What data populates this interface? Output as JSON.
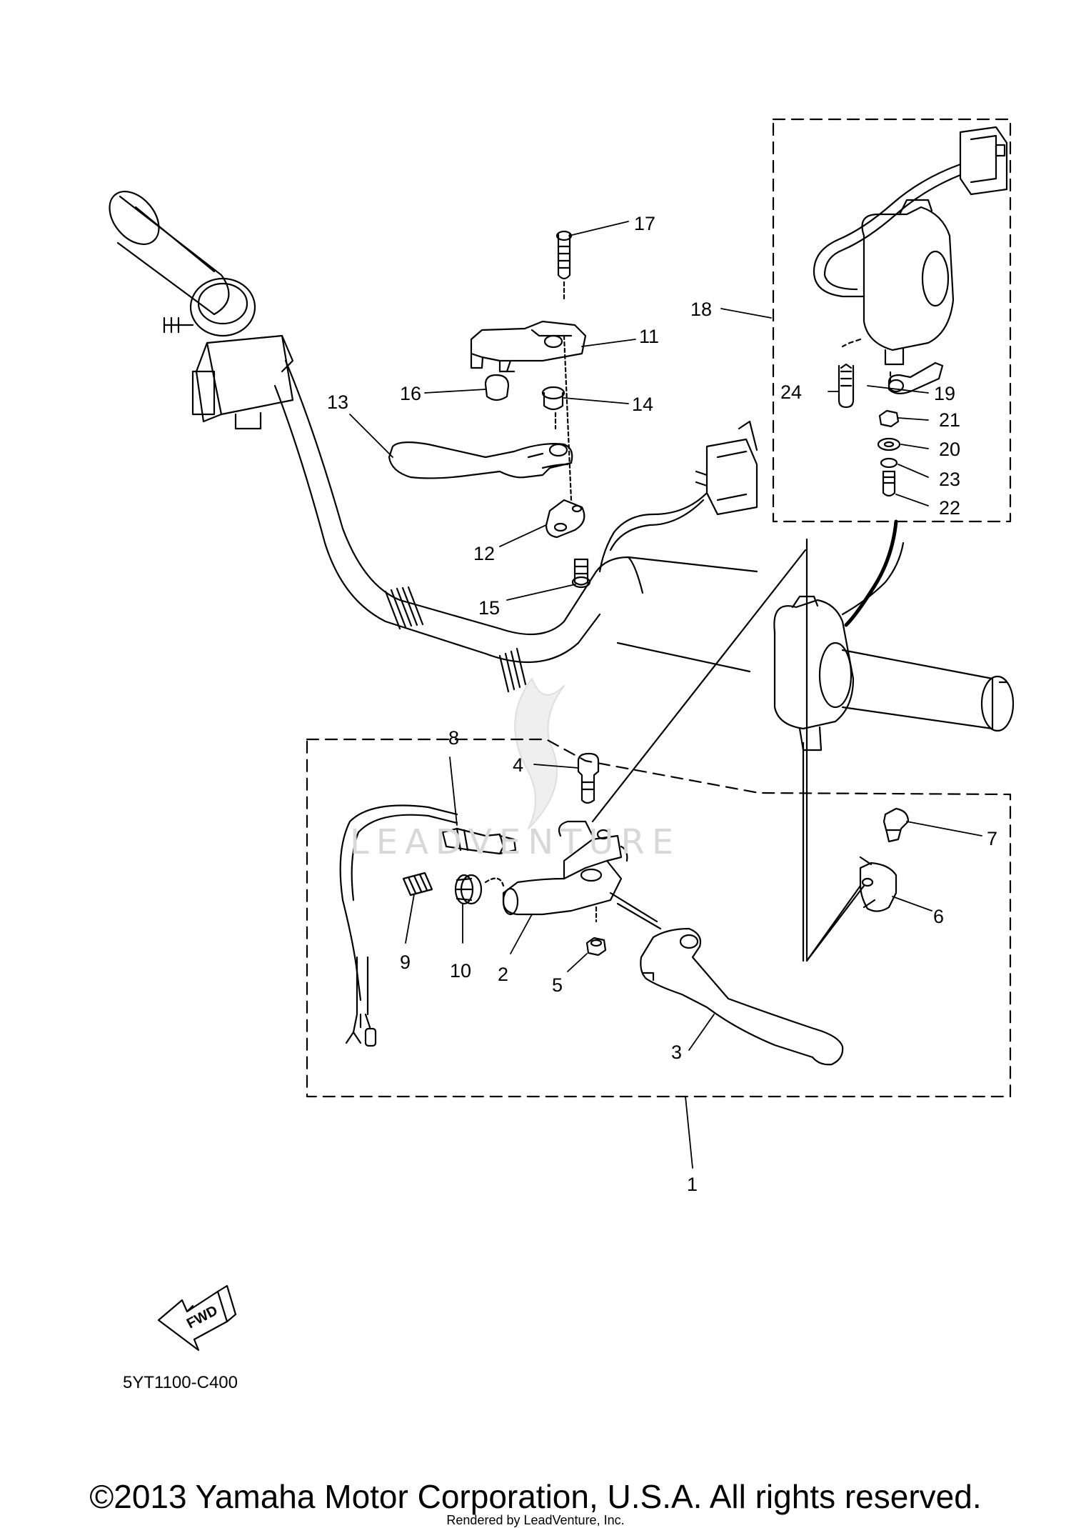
{
  "diagram": {
    "diagram_code": "5YT1100-C400",
    "fwd_label": "FWD",
    "watermark_text": "LEADVENTURE",
    "callouts": [
      "1",
      "2",
      "3",
      "4",
      "5",
      "6",
      "7",
      "8",
      "9",
      "10",
      "11",
      "12",
      "13",
      "14",
      "15",
      "16",
      "17",
      "18",
      "19",
      "20",
      "21",
      "22",
      "23",
      "24"
    ]
  },
  "footer": {
    "copyright": "©2013 Yamaha Motor Corporation, U.S.A. All rights reserved.",
    "rendered_by": "Rendered by LeadVenture, Inc."
  }
}
